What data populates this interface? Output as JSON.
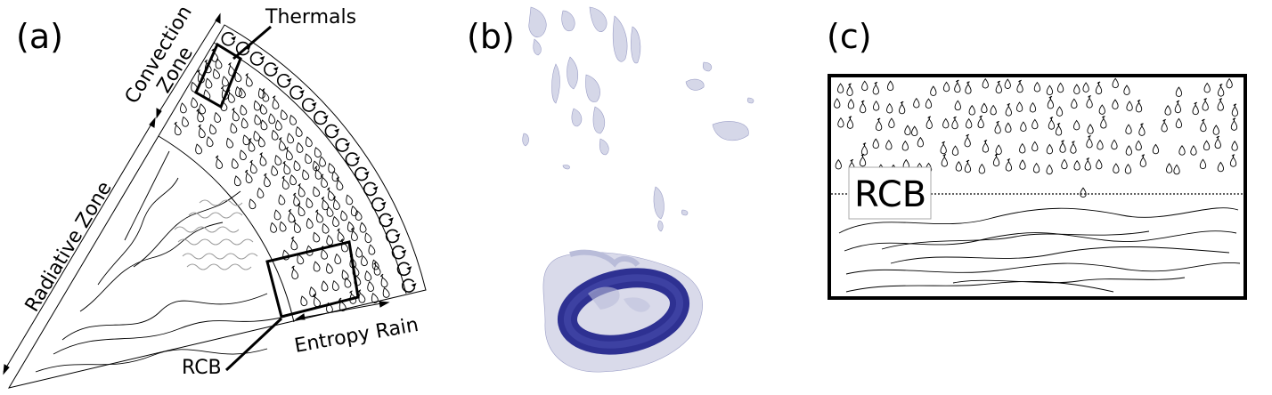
{
  "panels": {
    "a": {
      "label": "(a)",
      "labels": {
        "convection_zone": "Convection Zone",
        "convection_zone_line1": "Convection",
        "convection_zone_line2": "Zone",
        "thermals": "Thermals",
        "radiative_zone": "Radiative Zone",
        "entropy_rain": "Entropy Rain",
        "rcb": "RCB"
      }
    },
    "b": {
      "label": "(b)",
      "colors": {
        "vortex_ring": "#2e3192",
        "wisps": "#b9bcd9"
      }
    },
    "c": {
      "label": "(c)",
      "labels": {
        "rcb": "RCB"
      }
    }
  }
}
